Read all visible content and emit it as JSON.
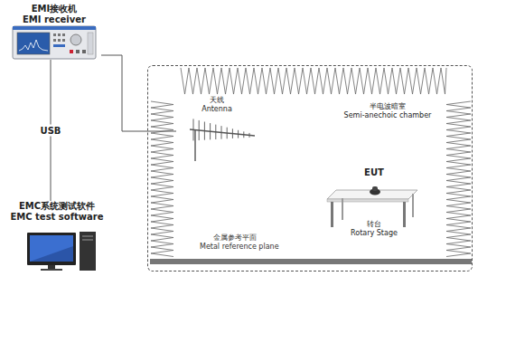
{
  "diagram": {
    "nodes": [
      {
        "text": [
          "EMI接收机",
          "EMI receiver"
        ]
      },
      {
        "text": [
          "EMC系统测试软件",
          "EMC test software"
        ]
      },
      {
        "text": [
          "半电波暗室",
          "Semi-anechoic chamber"
        ]
      },
      {
        "text": [
          "天线",
          "Antenna"
        ],
        "in": 2
      },
      {
        "text": [
          "EUT",
          "转台",
          "Rotary Stage"
        ],
        "in": 2
      }
    ],
    "edges": [
      {
        "from": 0,
        "to": 1,
        "label": "USB",
        "arrow": "none"
      },
      {
        "from": 0,
        "to": 3,
        "arrow": "none"
      }
    ],
    "labels": [
      "金属参考平面",
      "Metal reference plane"
    ]
  }
}
